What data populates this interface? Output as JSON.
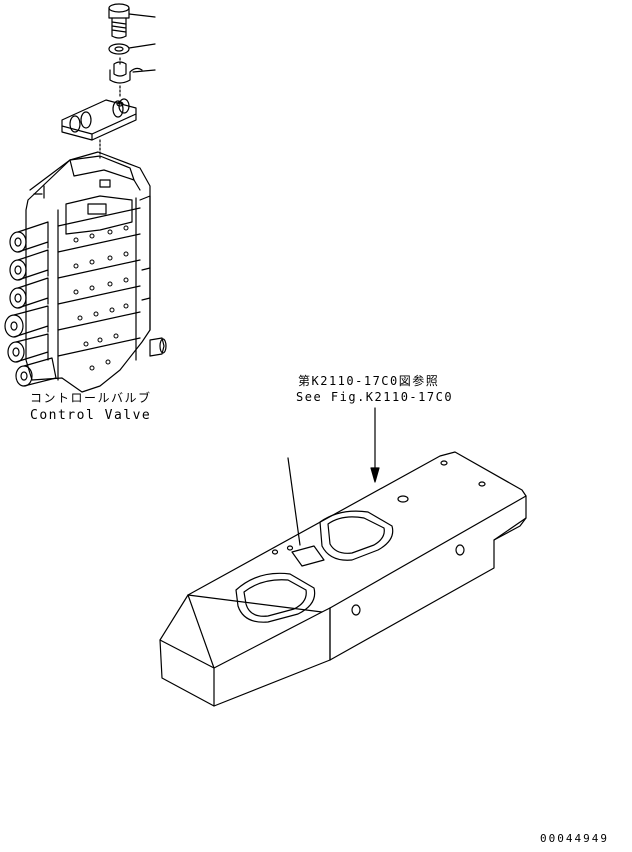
{
  "control_valve": {
    "label_jp": "コントロールバルブ",
    "label_en": "Control Valve"
  },
  "reference": {
    "label_jp": "第K2110-17C0図参照",
    "label_en": "See Fig.K2110-17C0"
  },
  "diagram_id": "00044949"
}
